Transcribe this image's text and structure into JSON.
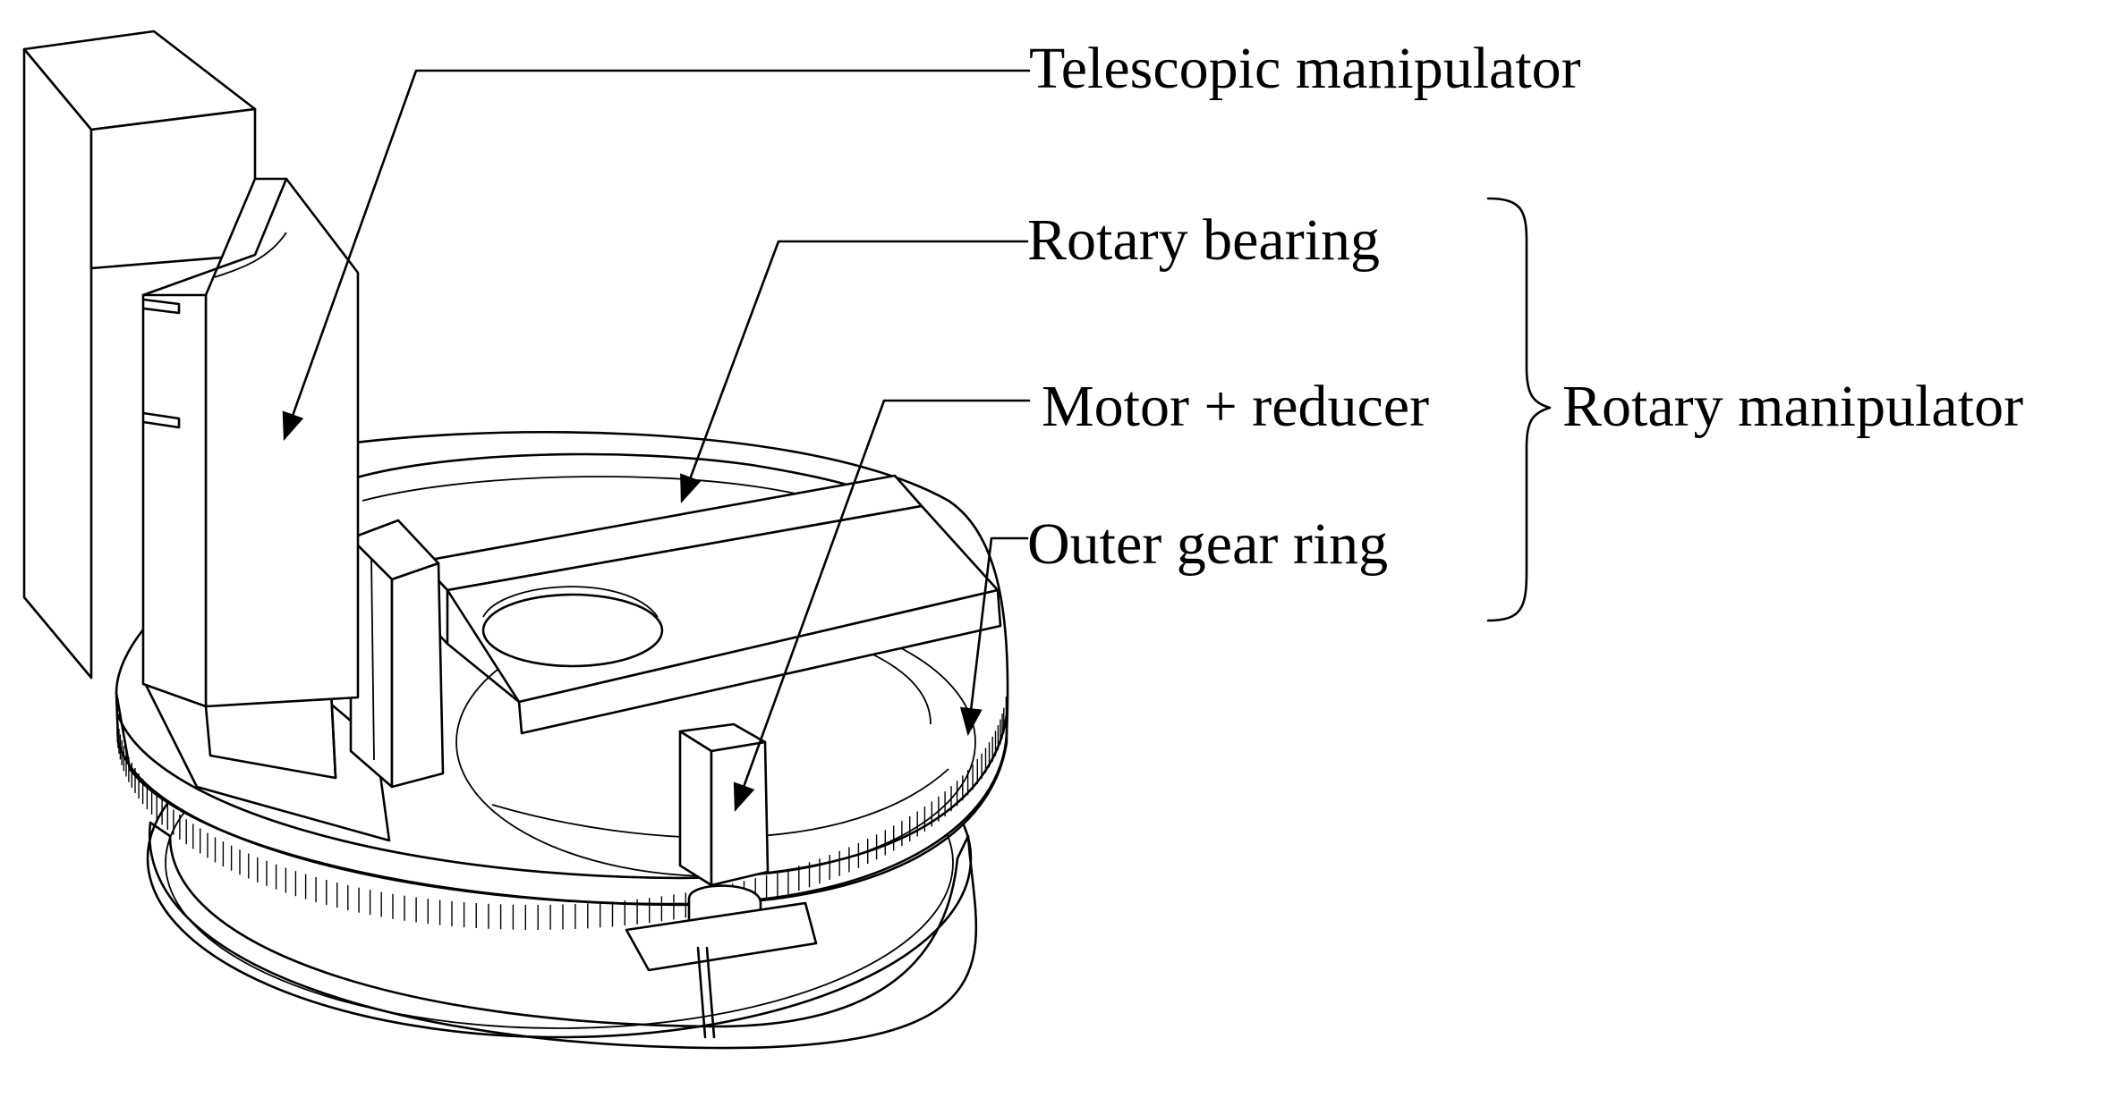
{
  "labels": {
    "telescopic_manipulator": "Telescopic manipulator",
    "rotary_bearing": "Rotary bearing",
    "motor_reducer": "Motor + reducer",
    "outer_gear_ring": "Outer gear ring",
    "rotary_manipulator": "Rotary manipulator"
  },
  "colors": {
    "line": "#000000",
    "background": "#ffffff"
  }
}
